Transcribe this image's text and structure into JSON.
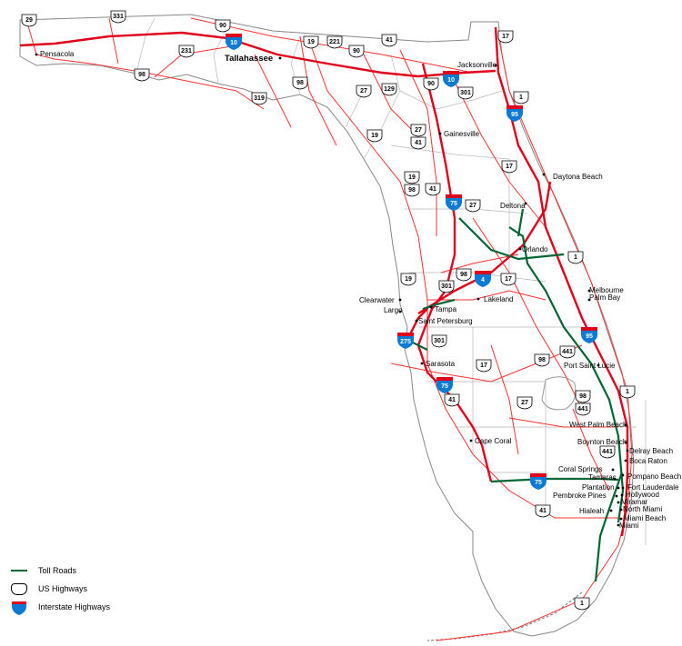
{
  "colors": {
    "interstate": "#e0001b",
    "us_highway": "#ff3030",
    "toll": "#006633",
    "county": "#b0b0b0",
    "coast": "#888888",
    "shield_blue": "#0a7ad4"
  },
  "cities": [
    "Pensacola",
    "Tallahassee",
    "Jacksonville",
    "Gainesville",
    "Daytona Beach",
    "Deltona",
    "Orlando",
    "Melbourne",
    "Palm Bay",
    "Clearwater",
    "Largo",
    "Tampa",
    "Saint Petersburg",
    "Lakeland",
    "Sarasota",
    "Port Saint Lucie",
    "West Palm Beach",
    "Boynton Beach",
    "Delray Beach",
    "Boca Raton",
    "Cape Coral",
    "Coral Springs",
    "Tamarac",
    "Pompano Beach",
    "Plantation",
    "Fort Lauderdale",
    "Pembroke Pines",
    "Hollywood",
    "Miramar",
    "North Miami",
    "Hialeah",
    "Miami Beach",
    "Miami"
  ],
  "interstate_shields": [
    "10",
    "10",
    "95",
    "75",
    "4",
    "275",
    "95",
    "75",
    "75"
  ],
  "us_shields": [
    "29",
    "331",
    "90",
    "19",
    "221",
    "90",
    "41",
    "17",
    "98",
    "231",
    "319",
    "98",
    "27",
    "129",
    "90",
    "301",
    "1",
    "19",
    "27",
    "41",
    "17",
    "19",
    "98",
    "41",
    "27",
    "19",
    "98",
    "301",
    "17",
    "1",
    "301",
    "41",
    "17",
    "98",
    "441",
    "27",
    "98",
    "441",
    "441",
    "1",
    "41",
    "1"
  ],
  "legend": {
    "toll": "Toll Roads",
    "us": "US Highways",
    "interstate": "Interstate Highways"
  }
}
